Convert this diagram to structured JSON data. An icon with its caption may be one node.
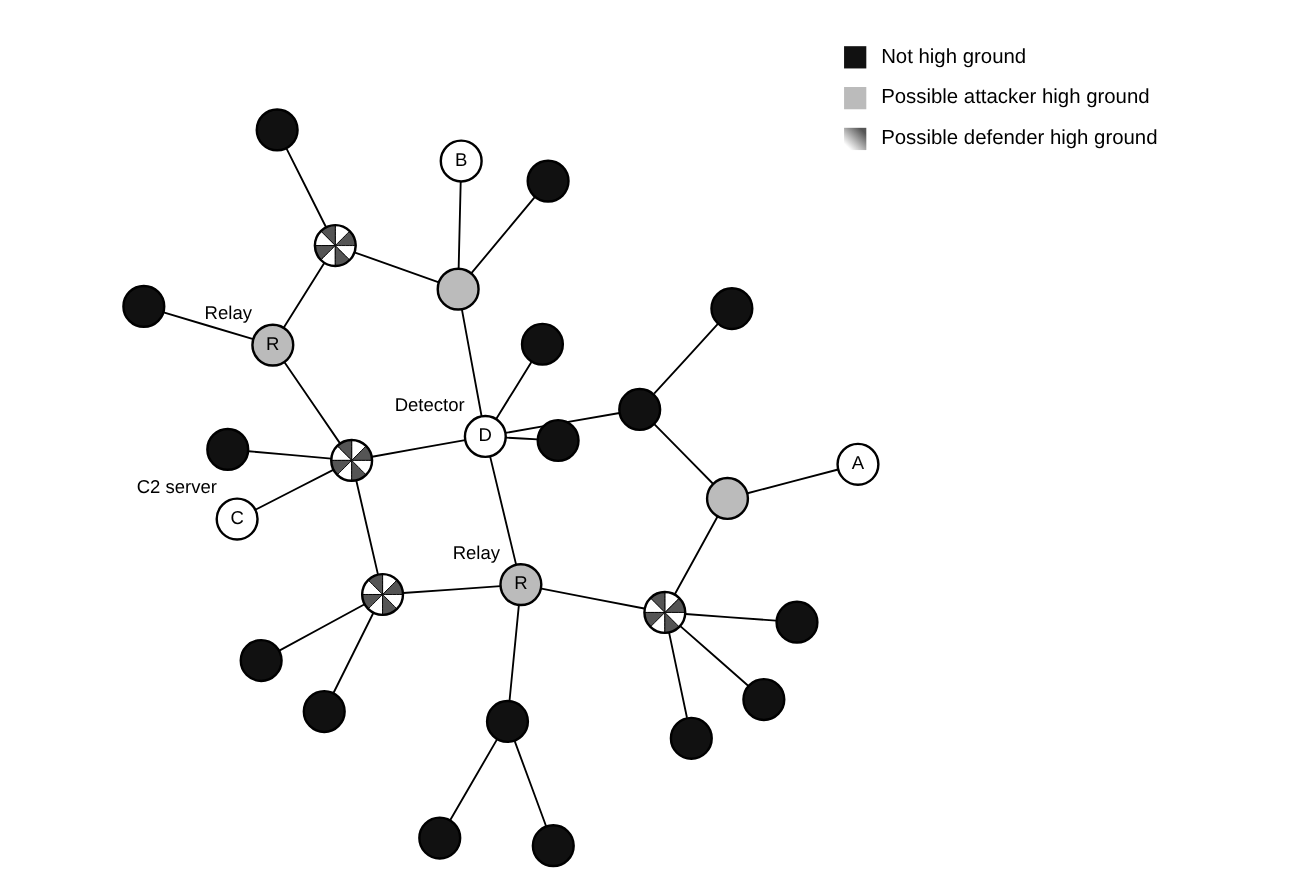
{
  "diagram": {
    "nodes": [
      {
        "text": [],
        "shape": "circle"
      },
      {
        "text": [],
        "shape": "circle"
      },
      {
        "text": [],
        "shape": "circle"
      },
      {
        "text": [],
        "shape": "circle"
      },
      {
        "text": [],
        "shape": "circle"
      },
      {
        "text": [],
        "shape": "circle"
      },
      {
        "text": [],
        "shape": "circle"
      },
      {
        "text": [],
        "shape": "circle"
      },
      {
        "text": [],
        "shape": "circle"
      },
      {
        "text": [],
        "shape": "circle"
      },
      {
        "text": [
          "R"
        ],
        "beside": [
          "Relay"
        ]
      },
      {
        "text": [
          "C"
        ],
        "beside": [
          "C2 server"
        ]
      },
      {
        "text": [],
        "shape": "circle"
      },
      {
        "text": [],
        "shape": "circle"
      },
      {
        "text": [],
        "shape": "circle"
      },
      {
        "text": [
          "A"
        ]
      },
      {
        "text": [
          "R"
        ],
        "beside": [
          "Relay"
        ]
      },
      {
        "text": [],
        "shape": "circle"
      },
      {
        "text": [],
        "shape": "circle"
      },
      {
        "text": [
          "D"
        ],
        "beside": [
          "Detector"
        ]
      },
      {
        "text": [],
        "shape": "circle"
      },
      {
        "text": [],
        "shape": "circle"
      },
      {
        "text": [],
        "shape": "circle"
      },
      {
        "text": [],
        "shape": "circle"
      },
      {
        "text": [],
        "shape": "circle"
      },
      {
        "text": [],
        "shape": "circle"
      },
      {
        "text": [],
        "shape": "circle"
      },
      {
        "text": [
          "B"
        ]
      }
    ],
    "edges": [
      {
        "from": 15,
        "to": 13,
        "arrow": "none"
      },
      {
        "from": 13,
        "to": 9,
        "arrow": "none"
      },
      {
        "from": 13,
        "to": 18,
        "arrow": "none"
      },
      {
        "from": 9,
        "to": 3,
        "arrow": "none"
      },
      {
        "from": 9,
        "to": 4,
        "arrow": "none"
      },
      {
        "from": 9,
        "to": 5,
        "arrow": "none"
      },
      {
        "from": 9,
        "to": 10,
        "arrow": "none"
      },
      {
        "from": 10,
        "to": 6,
        "arrow": "none"
      },
      {
        "from": 6,
        "to": 0,
        "arrow": "none"
      },
      {
        "from": 6,
        "to": 1,
        "arrow": "none"
      },
      {
        "from": 10,
        "to": 8,
        "arrow": "none"
      },
      {
        "from": 10,
        "to": 19,
        "arrow": "none"
      },
      {
        "from": 8,
        "to": 2,
        "arrow": "none"
      },
      {
        "from": 8,
        "to": 7,
        "arrow": "none"
      },
      {
        "from": 8,
        "to": 12,
        "arrow": "none"
      },
      {
        "from": 12,
        "to": 11,
        "arrow": "none"
      },
      {
        "from": 12,
        "to": 14,
        "arrow": "none"
      },
      {
        "from": 19,
        "to": 12,
        "arrow": "none"
      },
      {
        "from": 12,
        "to": 16,
        "arrow": "none"
      },
      {
        "from": 16,
        "to": 17,
        "arrow": "none"
      },
      {
        "from": 16,
        "to": 20,
        "arrow": "none"
      },
      {
        "from": 20,
        "to": 21,
        "arrow": "none"
      },
      {
        "from": 20,
        "to": 22,
        "arrow": "none"
      },
      {
        "from": 21,
        "to": 23,
        "arrow": "none"
      },
      {
        "from": 21,
        "to": 27,
        "arrow": "none"
      },
      {
        "from": 19,
        "to": 21,
        "arrow": "none"
      },
      {
        "from": 18,
        "to": 19,
        "arrow": "none"
      },
      {
        "from": 18,
        "to": 24,
        "arrow": "none"
      },
      {
        "from": 19,
        "to": 26,
        "arrow": "none"
      },
      {
        "from": 19,
        "to": 25,
        "arrow": "none"
      }
    ],
    "legend": [
      {
        "text": "Not high ground",
        "color": "#111111"
      },
      {
        "text": "Possible attacker high ground",
        "color": "#bbbbbb"
      },
      {
        "text": "Possible defender high ground"
      }
    ]
  }
}
